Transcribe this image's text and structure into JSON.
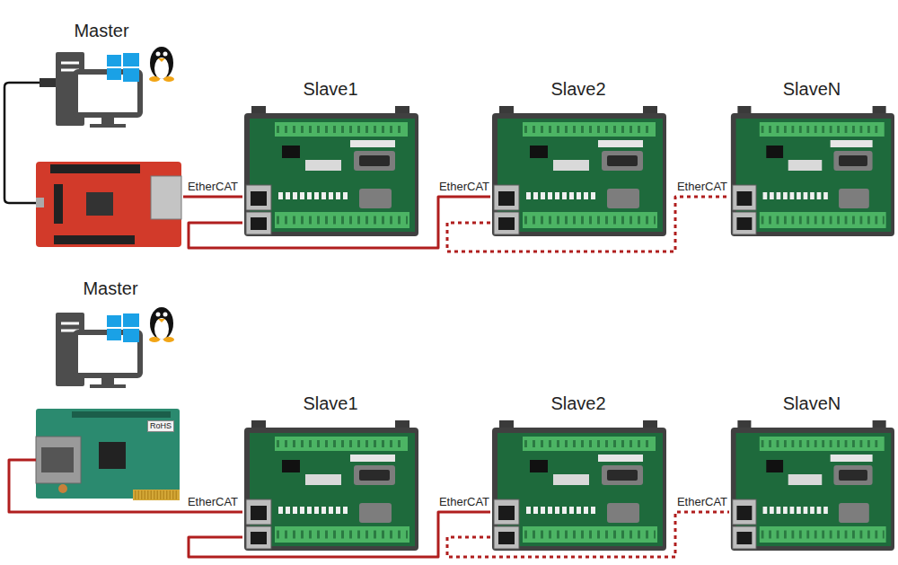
{
  "diagram": {
    "nodes": [
      {
        "text": [
          "Master"
        ]
      },
      {
        "text": [
          "Slave1"
        ]
      },
      {
        "text": [
          "Slave2"
        ]
      },
      {
        "text": [
          "SlaveN"
        ]
      },
      {
        "text": [
          "Master"
        ]
      },
      {
        "text": [
          "Slave1"
        ]
      },
      {
        "text": [
          "Slave2"
        ]
      },
      {
        "text": [
          "SlaveN"
        ]
      }
    ],
    "edges": [
      {
        "from": 0,
        "to": 1,
        "label": "EtherCAT",
        "arrow": "none"
      },
      {
        "from": 1,
        "to": 2,
        "label": "EtherCAT",
        "arrow": "none"
      },
      {
        "from": 2,
        "to": 3,
        "label": "EtherCAT",
        "arrow": "none"
      },
      {
        "from": 4,
        "to": 5,
        "label": "EtherCAT",
        "arrow": "none"
      },
      {
        "from": 5,
        "to": 6,
        "label": "EtherCAT",
        "arrow": "none"
      },
      {
        "from": 6,
        "to": 7,
        "label": "EtherCAT",
        "arrow": "none"
      }
    ],
    "labels": [
      "RoHS"
    ]
  }
}
